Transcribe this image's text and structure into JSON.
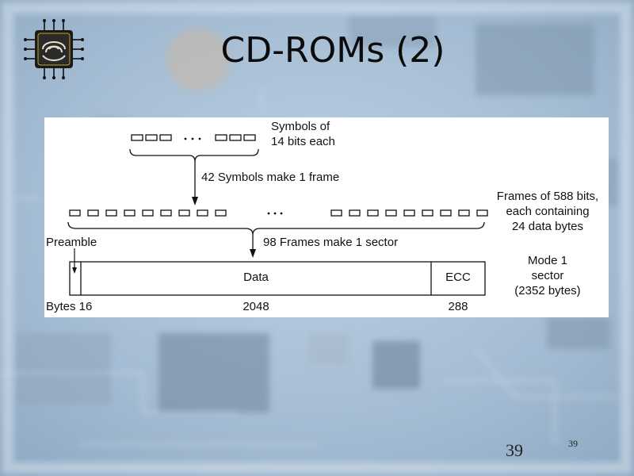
{
  "slide": {
    "title": "CD-ROMs (2)",
    "page_number_large": "39",
    "page_number_small": "39"
  },
  "diagram": {
    "symbols_label_line1": "Symbols of",
    "symbols_label_line2": "14 bits each",
    "symbols_to_frame": "42 Symbols make 1 frame",
    "ellipsis": "...",
    "frames_label_line1": "Frames of 588 bits,",
    "frames_label_line2": "each containing",
    "frames_label_line3": "24 data bytes",
    "frames_to_sector": "98 Frames make 1 sector",
    "preamble": "Preamble",
    "data_field": "Data",
    "ecc_field": "ECC",
    "mode_label_line1": "Mode 1",
    "mode_label_line2": "sector",
    "mode_label_line3": "(2352 bytes)",
    "bytes_label": "Bytes 16",
    "bytes_data": "2048",
    "bytes_ecc": "288"
  },
  "colors": {
    "background": "#9fb6cc",
    "diagram_bg": "#ffffff",
    "ink": "#111111",
    "logo_body": "#1a1a1a",
    "logo_accent": "#c9a227"
  }
}
